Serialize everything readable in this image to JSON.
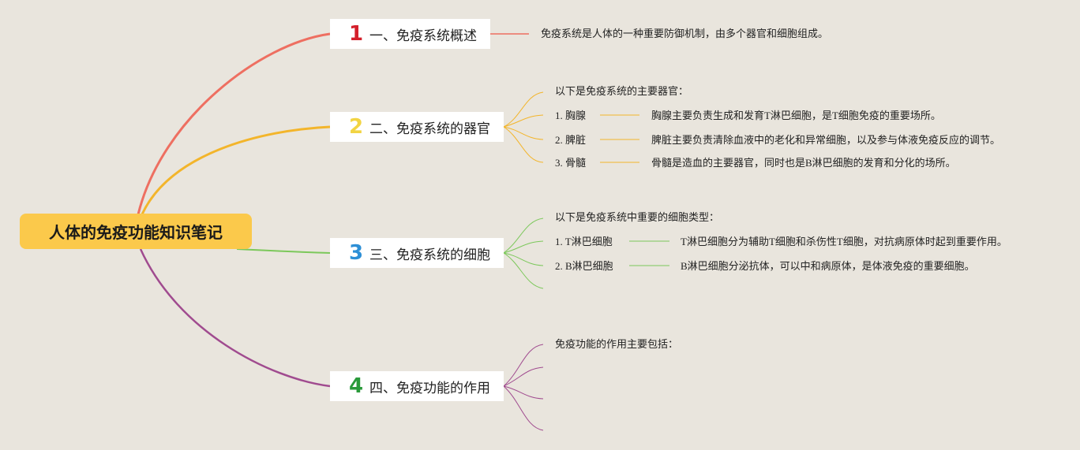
{
  "root": {
    "title": "人体的免疫功能知识笔记"
  },
  "colors": {
    "b1": "#ee6f61",
    "b2": "#f3b52b",
    "b3": "#7cc85b",
    "b4": "#a04b8f",
    "num1": "#d4202b",
    "num2": "#f2d443",
    "num3": "#2d8fd6",
    "num4": "#2a9a3a"
  },
  "branches": [
    {
      "num": "1",
      "label": "一、免疫系统概述",
      "summary": "免疫系统是人体的一种重要防御机制，由多个器官和细胞组成。"
    },
    {
      "num": "2",
      "label": "二、免疫系统的器官",
      "intro": "以下是免疫系统的主要器官：",
      "items": [
        {
          "name": "1. 胸腺",
          "desc": "胸腺主要负责生成和发育T淋巴细胞，是T细胞免疫的重要场所。"
        },
        {
          "name": "2. 脾脏",
          "desc": "脾脏主要负责清除血液中的老化和异常细胞，以及参与体液免疫反应的调节。"
        },
        {
          "name": "3. 骨髓",
          "desc": "骨髓是造血的主要器官，同时也是B淋巴细胞的发育和分化的场所。"
        }
      ]
    },
    {
      "num": "3",
      "label": "三、免疫系统的细胞",
      "intro": "以下是免疫系统中重要的细胞类型：",
      "items": [
        {
          "name": "1. T淋巴细胞",
          "desc": "T淋巴细胞分为辅助T细胞和杀伤性T细胞，对抗病原体时起到重要作用。"
        },
        {
          "name": "2. B淋巴细胞",
          "desc": "B淋巴细胞分泌抗体，可以中和病原体，是体液免疫的重要细胞。"
        }
      ]
    },
    {
      "num": "4",
      "label": "四、免疫功能的作用",
      "intro": "免疫功能的作用主要包括："
    }
  ]
}
